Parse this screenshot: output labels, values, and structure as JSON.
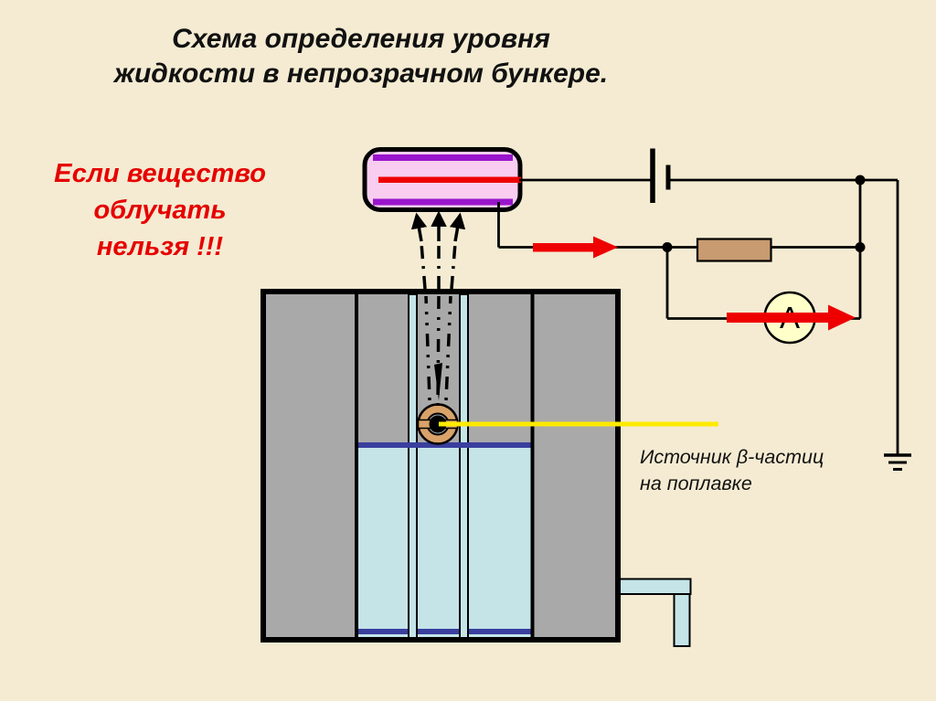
{
  "slide": {
    "title": {
      "line1": "Схема определения уровня",
      "line2": "жидкости в непрозрачном бункере."
    },
    "warning": {
      "line1": "Если вещество",
      "line2": "облучать",
      "line3": "нельзя !!!"
    },
    "float_label": {
      "line1": "Источник β-частиц",
      "line2": "на поплавке"
    },
    "ammeter": {
      "letter": "A"
    }
  },
  "colors": {
    "background": "#f4ebd2",
    "title_text": "#111111",
    "warning_text": "#e60000",
    "wall_gray": "#a9a9a9",
    "liquid_blue": "#c4e4e8",
    "level_navy": "#3a3f9e",
    "detector_pink": "#f8cdef",
    "electrode_purple": "#9915cc",
    "signal_red": "#ee0000",
    "pointer_yellow": "#ffea00",
    "resistor_tan": "#c89b70",
    "float_tan": "#d9a269",
    "ammeter_yellow": "#ffffc9",
    "outline_black": "#000000"
  }
}
